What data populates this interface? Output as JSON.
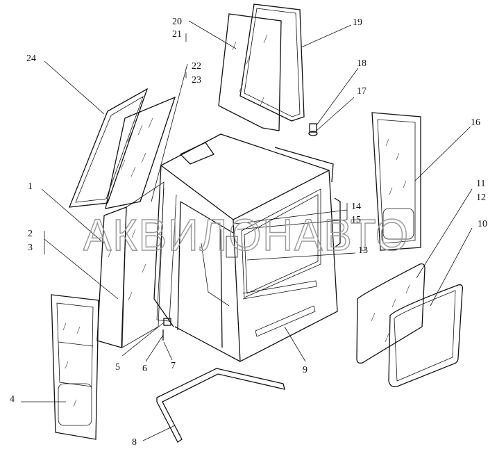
{
  "diagram": {
    "watermark": "АКВИЛОНАВТО",
    "labels": {
      "l1": "1",
      "l2": "2",
      "l3": "3",
      "l4": "4",
      "l5": "5",
      "l6": "6",
      "l7": "7",
      "l8": "8",
      "l9": "9",
      "l10": "10",
      "l11": "11",
      "l12": "12",
      "l13": "13",
      "l14": "14",
      "l15": "15",
      "l16": "16",
      "l17": "17",
      "l18": "18",
      "l19": "19",
      "l20": "20",
      "l21": "21",
      "l22": "22",
      "l23": "23",
      "l24": "24"
    }
  }
}
